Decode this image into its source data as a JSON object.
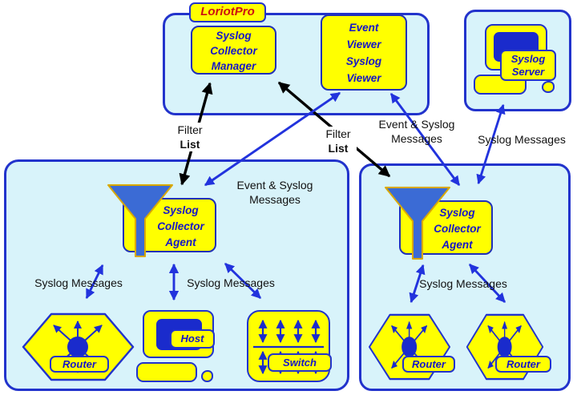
{
  "palette": {
    "panel_fill": "#d8f3fa",
    "panel_border": "#2233cc",
    "box_yellow": "#ffff00",
    "label_blue": "#1616c8",
    "title_red": "#cc1111",
    "funnel_blue": "#3b6bd5",
    "icon_blue": "#1a2bcc",
    "arrow_blue": "#2233dd",
    "arrow_black": "#000000"
  },
  "loriot": {
    "title": "LoriotPro",
    "manager_lines": [
      "Syslog",
      "Collector",
      "Manager"
    ],
    "viewer_lines": [
      "Event",
      "Viewer",
      "Syslog",
      "Viewer"
    ]
  },
  "server": {
    "label_lines": [
      "Syslog",
      "Server"
    ]
  },
  "agents": {
    "left_lines": [
      "Syslog",
      "Collector",
      "Agent"
    ],
    "right_lines": [
      "Syslog",
      "Collector",
      "Agent"
    ]
  },
  "edge_labels": {
    "filter": "Filter",
    "list": "List",
    "event_syslog_line1": "Event & Syslog",
    "event_syslog_line2": "Messages",
    "syslog_messages": "Syslog Messages"
  },
  "device_labels": {
    "router": "Router",
    "host": "Host",
    "switch": "Switch"
  }
}
